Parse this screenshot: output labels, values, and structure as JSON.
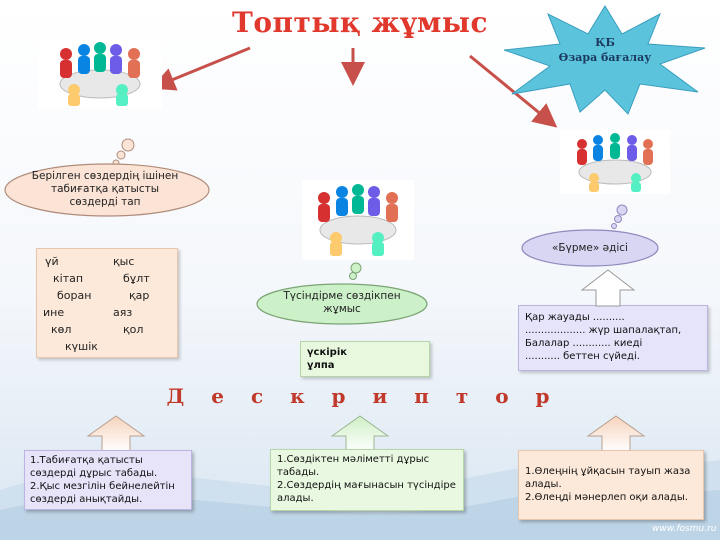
{
  "title": "Топтық жұмыс",
  "badge": {
    "line1": "ҚБ",
    "line2": "Өзара бағалау"
  },
  "cloud_left": {
    "text": "Берілген сөздердің ішінен табиғатқа қатысты сөздерді тап"
  },
  "cloud_mid": {
    "text": "Түсіндірме сөздікпен жұмыс"
  },
  "cloud_right": {
    "text": "«Бүрме» әдісі"
  },
  "words_box": {
    "rows": [
      [
        "үй",
        "қыс"
      ],
      [
        "кітап",
        "бұлт"
      ],
      [
        "боран",
        "қар"
      ],
      [
        "ине",
        "аяз"
      ],
      [
        "көл",
        "қол"
      ],
      [
        "күшік",
        ""
      ]
    ]
  },
  "dict_box": {
    "line1": "үскірік",
    "line2": "ұлпа"
  },
  "poem_box": {
    "lines": [
      "Қар жауады ..........",
      "................... жүр шапалақтап,",
      "Балалар ............ киеді",
      "........... беттен сүйеді."
    ]
  },
  "descriptor": "Д е с к р и п т о р",
  "desc_left": {
    "lines": [
      "1.Табиғатқа қатысты сөздерді дұрыс табады.",
      "2.Қыс мезгілін бейнелейтін сөздерді анықтайды."
    ]
  },
  "desc_mid": {
    "lines": [
      "1.Сөздіктен мәліметті дұрыс табады.",
      "2.Сөздердің мағынасын түсіндіре алады."
    ]
  },
  "desc_right": {
    "lines": [
      "1.Өлеңнің ұйқасын тауып жаза алады.",
      "2.Өлеңді мәнерлеп оқи алады."
    ]
  },
  "watermark": "www.fosmu.ru"
}
